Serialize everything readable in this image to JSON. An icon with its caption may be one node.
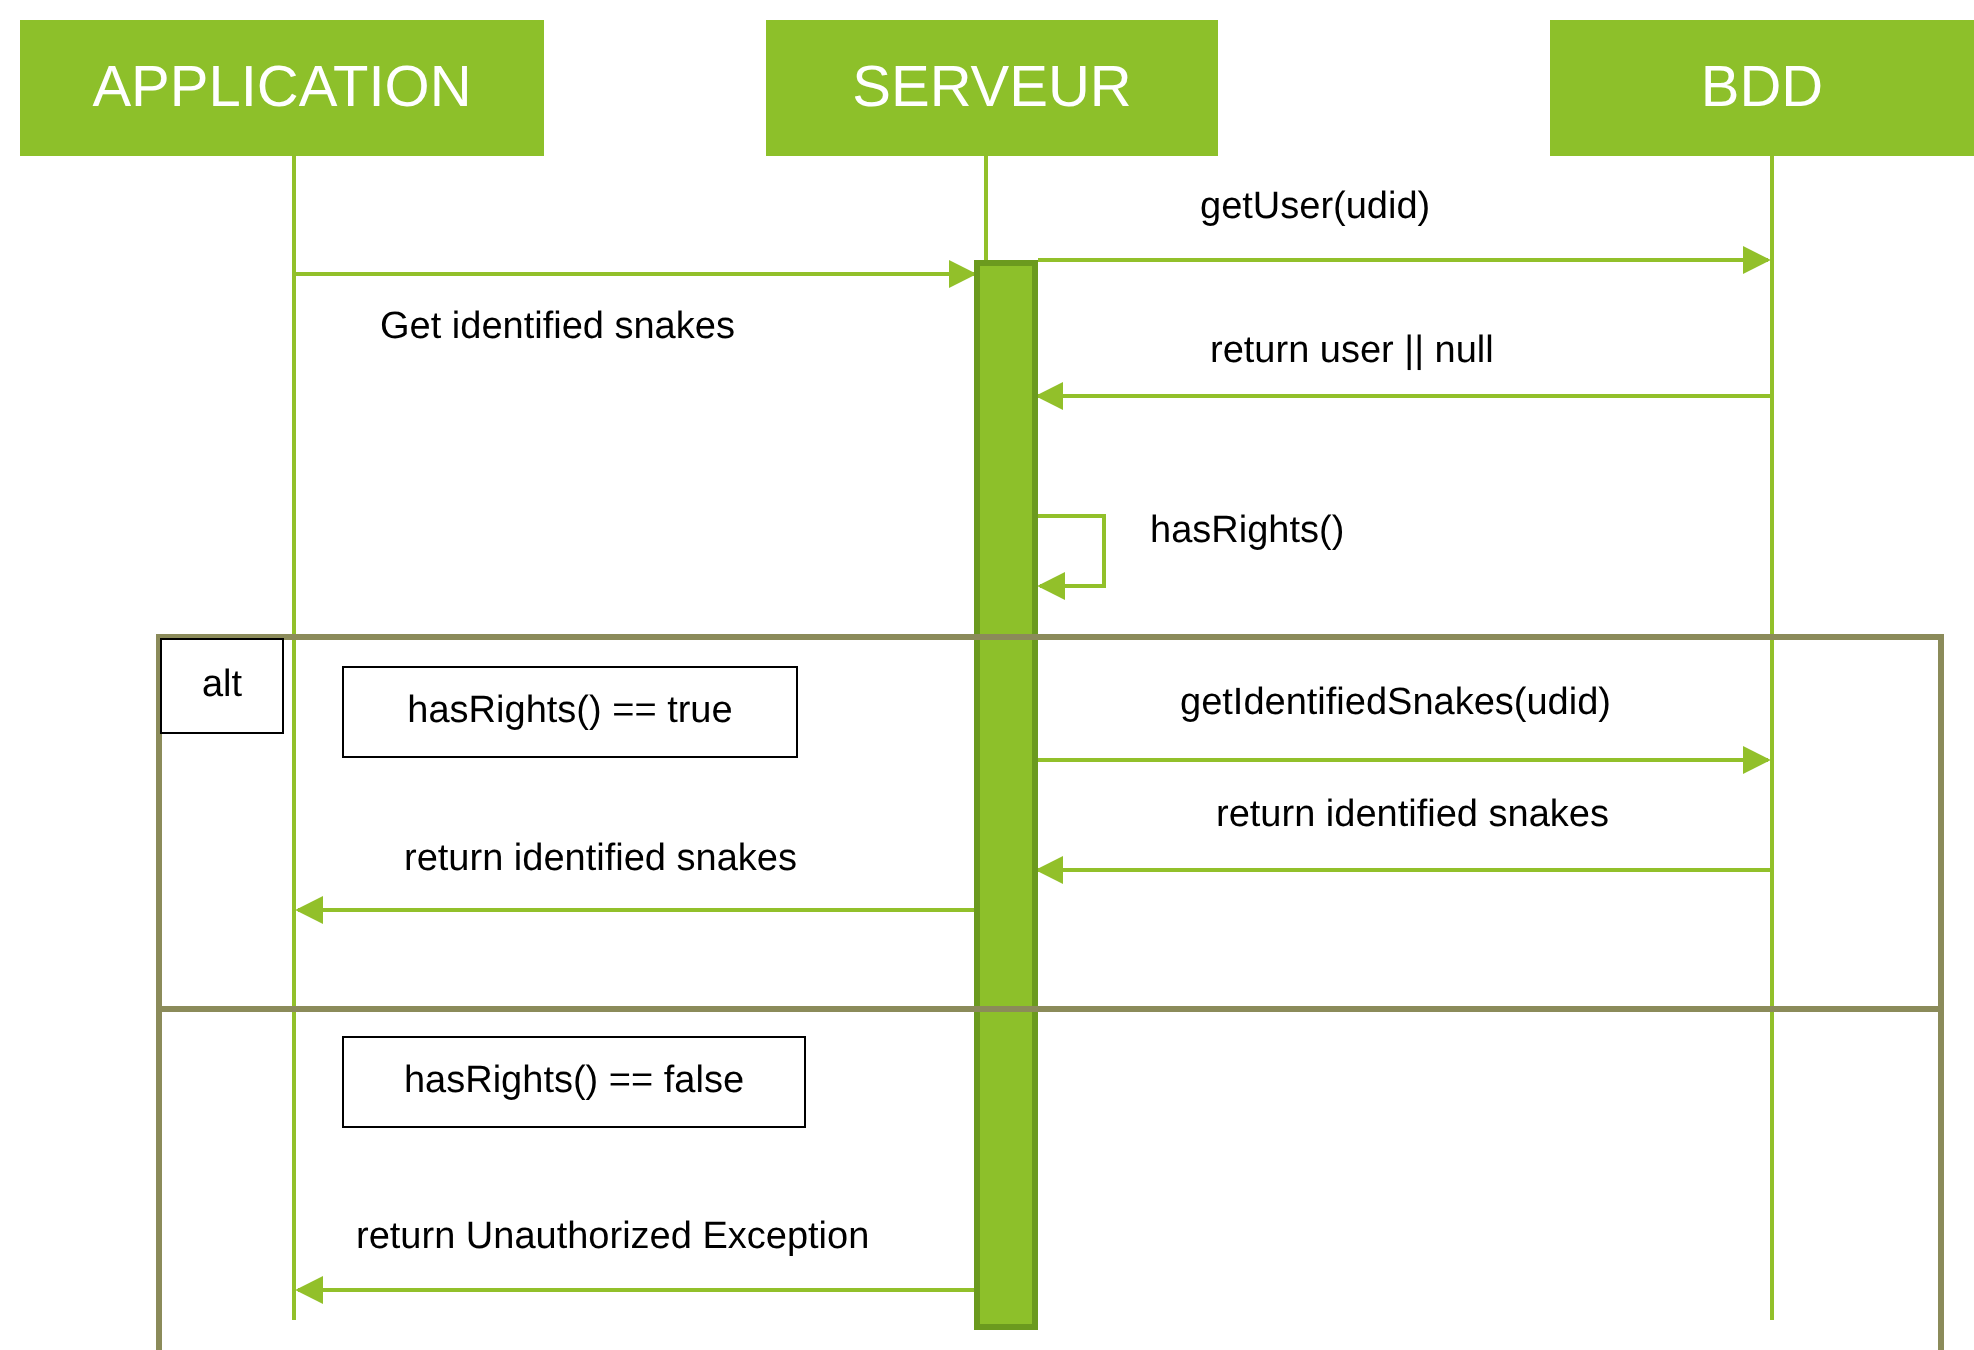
{
  "diagram": {
    "nodes": [
      {
        "text": [
          "APPLICATION"
        ]
      },
      {
        "text": [
          "SERVEUR"
        ]
      },
      {
        "text": [
          "BDD"
        ]
      },
      {
        "text": [],
        "shape": "bar"
      },
      {
        "text": [],
        "shape": "box"
      },
      {
        "text": [
          "alt"
        ]
      },
      {
        "text": [
          "hasRights() == true"
        ],
        "in": 4
      },
      {
        "text": [
          "hasRights() == false"
        ],
        "in": 4
      }
    ],
    "edges": [
      {
        "from": 0,
        "to": 3,
        "arrow": "to",
        "label": "Get identified snakes"
      },
      {
        "from": 3,
        "to": 2,
        "arrow": "to",
        "label": "getUser(udid)"
      },
      {
        "from": 2,
        "to": 3,
        "arrow": "to",
        "label": "return user || null"
      },
      {
        "from": 3,
        "to": 3,
        "arrow": "to",
        "label": "hasRights()"
      },
      {
        "from": 3,
        "to": 2,
        "arrow": "to",
        "label": "getIdentifiedSnakes(udid)"
      },
      {
        "from": 2,
        "to": 3,
        "arrow": "to",
        "label": "return identified snakes"
      },
      {
        "from": 3,
        "to": 0,
        "arrow": "to",
        "label": "return identified snakes"
      },
      {
        "from": 3,
        "to": 0,
        "arrow": "to",
        "label": "return Unauthorized Exception"
      }
    ]
  }
}
